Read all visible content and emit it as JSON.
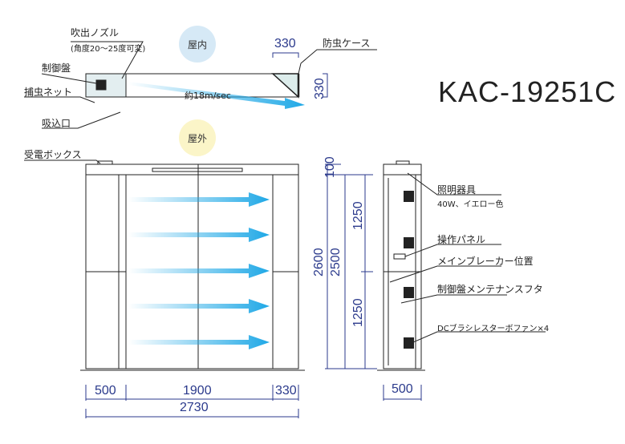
{
  "model": "KAC-19251C",
  "zones": {
    "indoor": "屋内",
    "outdoor": "屋外"
  },
  "labels": {
    "nozzle": "吹出ノズル",
    "nozzle_note": "(角度20〜25度可変)",
    "control_panel": "制御盤",
    "insect_net": "捕虫ネット",
    "intake": "吸込口",
    "power_box": "受電ボックス",
    "insect_case": "防虫ケース",
    "speed": "約18m/sec",
    "lighting": "照明器具",
    "lighting_note": "40W、イエロー色",
    "operation_panel": "操作パネル",
    "breaker": "メインブレーカー位置",
    "maintenance_lid": "制御盤メンテナンスフタ",
    "fan": "DCブラシレスターボファン×4"
  },
  "dims": {
    "case_w": "330",
    "case_d": "330",
    "w_unit": "500",
    "w_mid": "1900",
    "w_right": "330",
    "w_total": "2730",
    "h_top": "100",
    "h_total": "2600",
    "h_body": "2500",
    "h_upper": "1250",
    "h_lower": "1250",
    "side_w": "500"
  },
  "colors": {
    "dim": "#2b3a8c",
    "arrow": "#1fa8e6",
    "indoor": "#d6e9f6",
    "outdoor": "#fbf5c8"
  }
}
